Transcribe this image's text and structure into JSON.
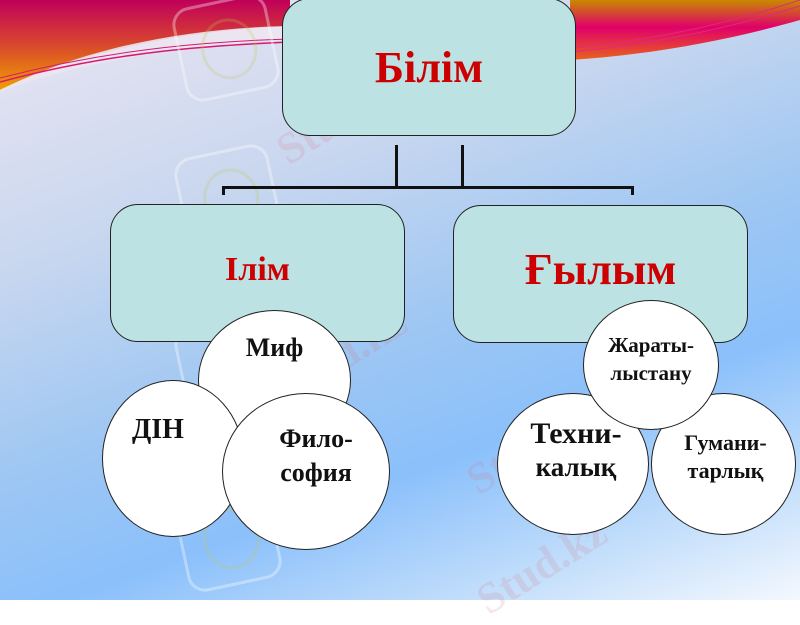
{
  "diagram": {
    "root": {
      "label": "Білім"
    },
    "branches": [
      {
        "label": "Ілім",
        "children": [
          "Миф",
          "ДІН",
          "Фило-\nсофия"
        ]
      },
      {
        "label": "Ғылым",
        "children": [
          "Жараты-\nлыстану",
          "Техни-\nкалық",
          "Гумани-\nтарлық"
        ]
      }
    ],
    "nodes": {
      "root": "Білім",
      "ilim": "Ілім",
      "gylym": "Ғылым",
      "mif": "Миф",
      "din": "ДІН",
      "filosofia_1": "Фило-",
      "filosofia_2": "софия",
      "zharatylystanu_1": "Жараты-",
      "zharatylystanu_2": "лыстану",
      "tehnikalyk_1": "Техни-",
      "tehnikalyk_2": "калық",
      "gumanitarlyk_1": "Гумани-",
      "gumanitarlyk_2": "тарлық"
    },
    "watermark": "Stud.kz",
    "colors": {
      "box_fill": "#bde2e4",
      "box_text": "#cc0000",
      "circle_fill": "#ffffff",
      "circle_text": "#111111"
    }
  }
}
